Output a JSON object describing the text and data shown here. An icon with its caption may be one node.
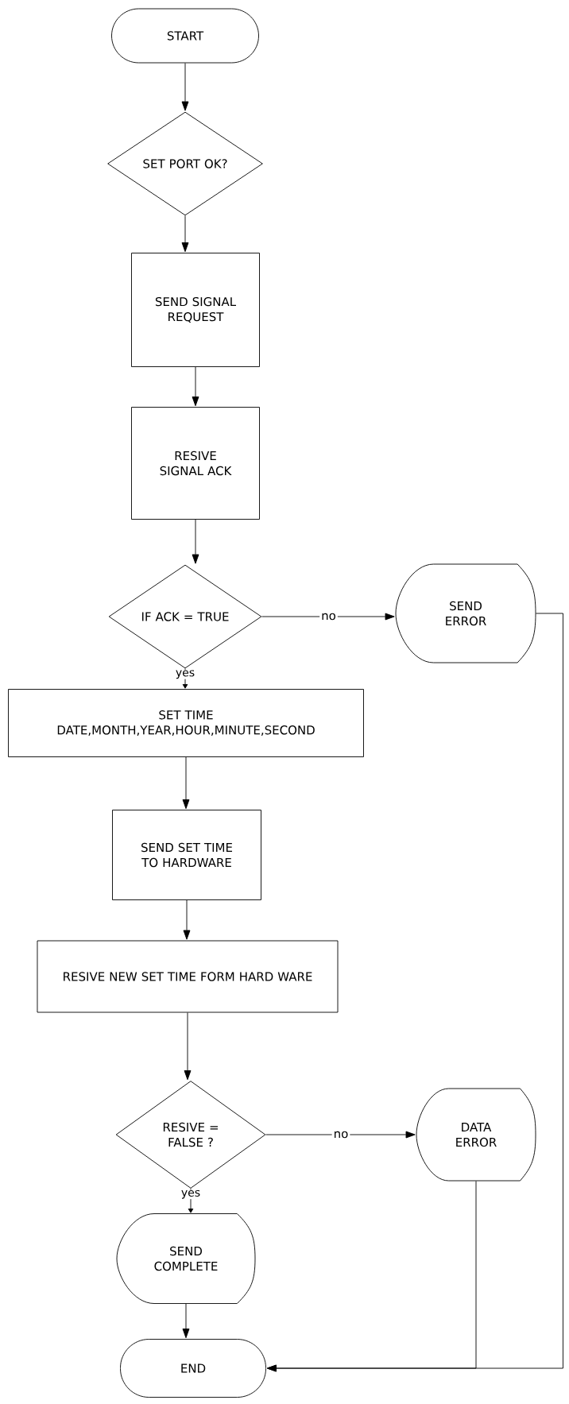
{
  "diagram": {
    "nodes": [
      {
        "text": [
          "START"
        ]
      },
      {
        "text": [
          "SET PORT OK?"
        ]
      },
      {
        "text": [
          "SEND SIGNAL REQUEST"
        ]
      },
      {
        "text": [
          "RESIVE SIGNAL ACK"
        ]
      },
      {
        "text": [
          "IF ACK = TRUE"
        ]
      },
      {
        "text": [
          "SEND ERROR"
        ]
      },
      {
        "text": [
          "SET TIME",
          "DATE,MONTH,YEAR,HOUR,MINUTE,SECOND"
        ]
      },
      {
        "text": [
          "SEND SET TIME TO HARDWARE"
        ]
      },
      {
        "text": [
          "RESIVE NEW SET TIME FORM HARD WARE"
        ]
      },
      {
        "text": [
          "RESIVE = FALSE ?"
        ]
      },
      {
        "text": [
          "DATA ERROR"
        ]
      },
      {
        "text": [
          "SEND COMPLETE"
        ]
      },
      {
        "text": [
          "END"
        ]
      }
    ],
    "edges": [
      {
        "from": 0,
        "to": 1,
        "arrow": "to"
      },
      {
        "from": 1,
        "to": 2,
        "arrow": "to"
      },
      {
        "from": 2,
        "to": 3,
        "arrow": "to"
      },
      {
        "from": 3,
        "to": 4,
        "arrow": "to"
      },
      {
        "from": 4,
        "to": 5,
        "arrow": "to",
        "label": "no"
      },
      {
        "from": 4,
        "to": 6,
        "arrow": "to",
        "label": "yes"
      },
      {
        "from": 6,
        "to": 7,
        "arrow": "to"
      },
      {
        "from": 7,
        "to": 8,
        "arrow": "to"
      },
      {
        "from": 8,
        "to": 9,
        "arrow": "to"
      },
      {
        "from": 9,
        "to": 10,
        "arrow": "to",
        "label": "no"
      },
      {
        "from": 9,
        "to": 11,
        "arrow": "to",
        "label": "yes"
      },
      {
        "from": 11,
        "to": 12,
        "arrow": "to"
      },
      {
        "from": 5,
        "to": 12,
        "arrow": "to"
      },
      {
        "from": 10,
        "to": 12,
        "arrow": "to"
      }
    ]
  }
}
